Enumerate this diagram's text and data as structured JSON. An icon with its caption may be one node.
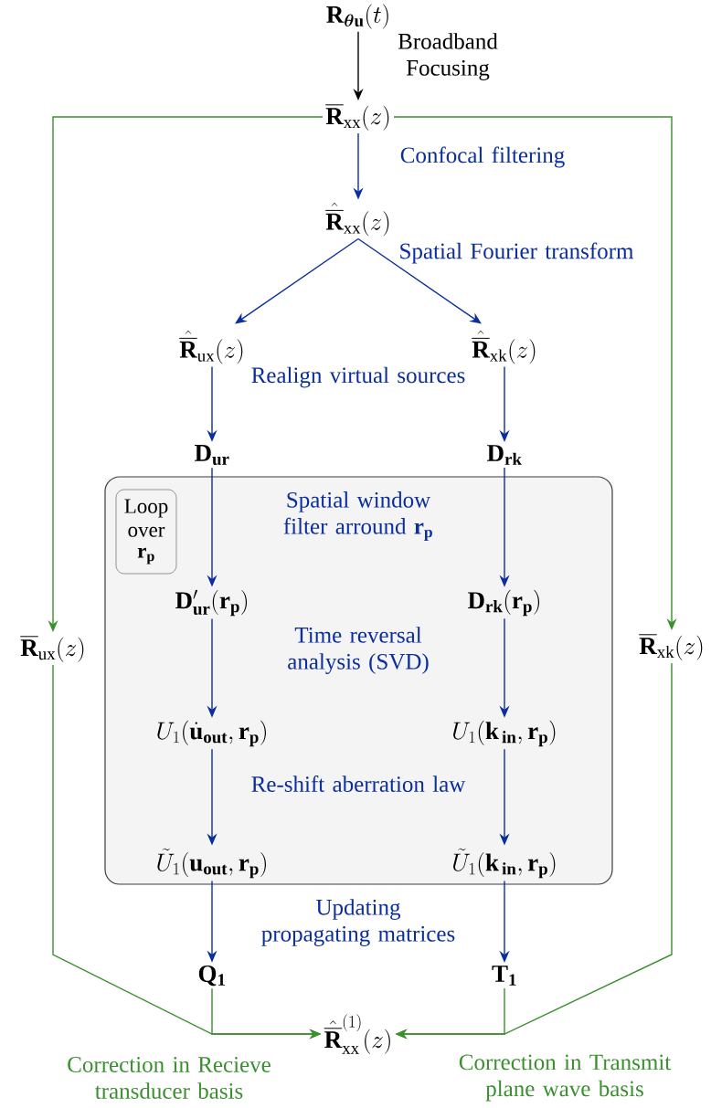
{
  "diagram": {
    "nodes": [
      {
        "text": [
          "\\mathbf{R}_{\\boldsymbol{\\theta}\\mathbf{u}}(t)"
        ]
      },
      {
        "text": [
          "\\overline{\\mathbf{R}}_{\\mathrm{xx}}(z)"
        ]
      },
      {
        "text": [
          "\\hat{\\overline{\\mathbf{R}}}_{\\mathrm{xx}}(z)"
        ]
      },
      {
        "text": [
          "\\hat{\\overline{\\mathbf{R}}}_{\\mathrm{ux}}(z)"
        ]
      },
      {
        "text": [
          "\\hat{\\overline{\\mathbf{R}}}_{\\mathrm{xk}}(z)"
        ]
      },
      {
        "text": [
          "\\mathbf{D_{ur}}"
        ]
      },
      {
        "text": [
          "\\mathbf{D_{rk}}"
        ]
      },
      {
        "text": [],
        "shape": "box"
      },
      {
        "text": [
          "Loop over",
          "\\mathbf{r_p}"
        ],
        "in": 7
      },
      {
        "text": [
          "\\mathbf{D'_{ur}}(\\mathbf{r_p})"
        ],
        "in": 7
      },
      {
        "text": [
          "\\mathbf{D_{rk}}(\\mathbf{r_p})"
        ],
        "in": 7
      },
      {
        "text": [
          "U_1(\\dot{\\mathbf{u}}_{\\mathbf{out}},\\mathbf{r_p})"
        ],
        "in": 7
      },
      {
        "text": [
          "U_1(\\mathbf{k_{\\,in}},\\mathbf{r_p})"
        ],
        "in": 7
      },
      {
        "text": [
          "\\tilde{U}_1(\\mathbf{u_{out}},\\mathbf{r_p})"
        ],
        "in": 7
      },
      {
        "text": [
          "\\tilde{U}_1(\\mathbf{k_{\\,in}},\\mathbf{r_p})"
        ],
        "in": 7
      },
      {
        "text": [
          "\\mathbf{Q_1}"
        ]
      },
      {
        "text": [
          "\\mathbf{T_1}"
        ]
      },
      {
        "text": [
          "\\hat{\\overline{\\mathbf{R}}}^{(1)}_{\\mathrm{xx}}(z)"
        ]
      },
      {
        "text": [
          "\\overline{\\mathbf{R}}_{\\mathrm{ux}}(z)"
        ]
      },
      {
        "text": [
          "\\overline{\\mathbf{R}}_{\\mathrm{xk}}(z)"
        ]
      }
    ],
    "edges": [
      {
        "from": 0,
        "to": 1,
        "arrow": "to",
        "label": "Broadband Focusing",
        "color": "#000000"
      },
      {
        "from": 1,
        "to": 2,
        "arrow": "to",
        "label": "Confocal filtering"
      },
      {
        "from": 2,
        "to": 3,
        "arrow": "to"
      },
      {
        "from": 2,
        "to": 4,
        "arrow": "to"
      },
      {
        "from": 3,
        "to": 5,
        "arrow": "to"
      },
      {
        "from": 4,
        "to": 6,
        "arrow": "to"
      },
      {
        "from": 5,
        "to": 9,
        "arrow": "to"
      },
      {
        "from": 6,
        "to": 10,
        "arrow": "to"
      },
      {
        "from": 9,
        "to": 11,
        "arrow": "to"
      },
      {
        "from": 10,
        "to": 12,
        "arrow": "to"
      },
      {
        "from": 11,
        "to": 13,
        "arrow": "to"
      },
      {
        "from": 12,
        "to": 14,
        "arrow": "to"
      },
      {
        "from": 13,
        "to": 15,
        "arrow": "to"
      },
      {
        "from": 14,
        "to": 16,
        "arrow": "to"
      },
      {
        "from": 1,
        "to": 18,
        "arrow": "to",
        "color": "#3a8f2e"
      },
      {
        "from": 1,
        "to": 19,
        "arrow": "to",
        "color": "#3a8f2e"
      },
      {
        "from": 18,
        "to": 17,
        "arrow": "to",
        "color": "#3a8f2e"
      },
      {
        "from": 15,
        "to": 17,
        "arrow": "to",
        "color": "#3a8f2e"
      },
      {
        "from": 16,
        "to": 17,
        "arrow": "to",
        "color": "#3a8f2e"
      },
      {
        "from": 19,
        "to": 17,
        "arrow": "to",
        "color": "#3a8f2e"
      }
    ],
    "labels": [
      "Spatial Fourier transform",
      "Realign virtual sources",
      "Spatial window filter arround",
      "\\mathbf{r_p}",
      "Time reversal analysis (SVD)",
      "Re-shift aberration law",
      "Updating propagating matrices",
      "Correction in Recieve transducer basis",
      "Correction in Transmit plane wave basis"
    ]
  }
}
